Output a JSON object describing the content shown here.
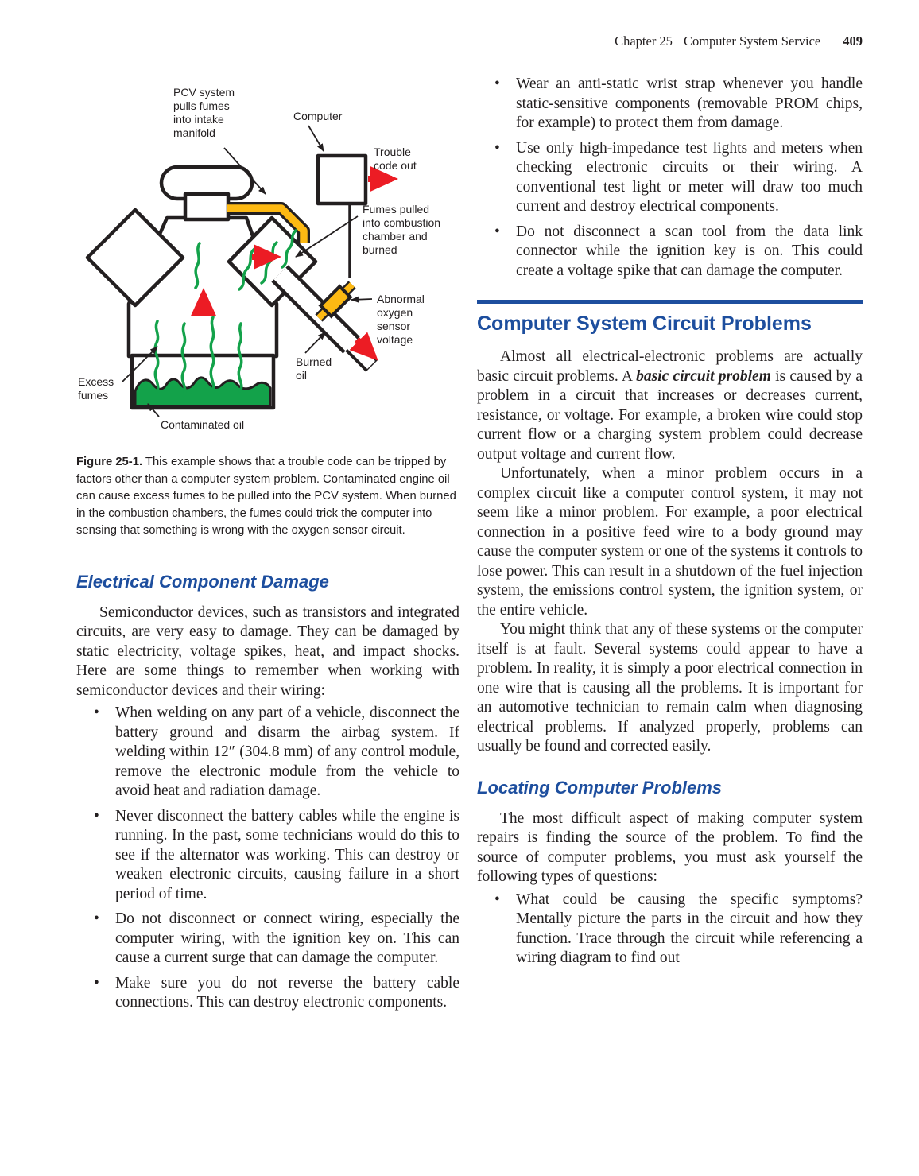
{
  "header": {
    "chapter_label": "Chapter 25",
    "chapter_title": "Computer System Service",
    "page_number": "409"
  },
  "figure": {
    "labels": {
      "pcv": [
        "PCV system",
        "pulls fumes",
        "into intake",
        "manifold"
      ],
      "computer": [
        "Computer"
      ],
      "trouble": [
        "Trouble",
        "code out"
      ],
      "fumes_pulled": [
        "Fumes pulled",
        "into combustion",
        "chamber and",
        "burned"
      ],
      "abnormal": [
        "Abnormal",
        "oxygen",
        "sensor",
        "voltage"
      ],
      "burned_oil": [
        "Burned",
        "oil"
      ],
      "excess": [
        "Excess",
        "fumes"
      ],
      "contaminated": [
        "Contaminated oil"
      ]
    },
    "caption_lead": "Figure 25-1.",
    "caption_text": " This example shows that a trouble code can be tripped by factors other than a computer system problem. Contaminated engine oil can cause excess fumes to be pulled into the PCV system. When burned in the combustion chambers, the fumes could trick the computer into sensing that something is wrong with the oxygen sensor circuit."
  },
  "left": {
    "section_heading": "Electrical Component Damage",
    "intro": "Semiconductor devices, such as transistors and integrated circuits, are very easy to damage. They can be damaged by static electricity, voltage spikes, heat, and impact shocks. Here are some things to remember when working with semiconductor devices and their wiring:",
    "bullets": [
      "When welding on any part of a vehicle, disconnect the battery ground and disarm the airbag system. If welding within 12″ (304.8 mm) of any control module, remove the electronic module from the vehicle to avoid heat and radiation damage.",
      "Never disconnect the battery cables while the engine is running. In the past, some technicians would do this to see if the alternator was working. This can destroy or weaken electronic circuits, causing failure in a short period of time.",
      "Do not disconnect or connect wiring, especially the computer wiring, with the ignition key on. This can cause a current surge that can damage the computer.",
      "Make sure you do not reverse the battery cable connections. This can destroy electronic components."
    ]
  },
  "right": {
    "bullets": [
      "Wear an anti-static wrist strap whenever you handle static-sensitive components (removable PROM chips, for example) to protect them from damage.",
      "Use only high-impedance test lights and meters when checking electronic circuits or their wiring. A conventional test light or meter will draw too much current and destroy electrical components.",
      "Do not disconnect a scan tool from the data link connector while the ignition key is on. This could create a voltage spike that can damage the computer."
    ],
    "section2": {
      "heading": "Computer System Circuit Problems",
      "para1_before": "Almost all electrical-electronic problems are actually basic circuit problems. A ",
      "para1_term": "basic circuit problem",
      "para1_after": " is caused by a problem in a circuit that increases or decreases current, resistance, or voltage. For example, a broken wire could stop current flow or a charging system problem could decrease output voltage and current flow.",
      "para2": "Unfortunately, when a minor problem occurs in a complex circuit like a computer control system, it may not seem like a minor problem. For example, a poor electrical connection in a positive feed wire to a body ground may cause the computer system or one of the systems it controls to lose power. This can result in a shutdown of the fuel injection system, the emissions control system, the ignition system, or the entire vehicle.",
      "para3": "You might think that any of these systems or the computer itself is at fault. Several systems could appear to have a problem. In reality, it is simply a poor electrical connection in one wire that is causing all the problems. It is important for an automotive technician to remain calm when diagnosing electrical problems. If analyzed properly, problems can usually be found and corrected easily."
    },
    "section3": {
      "heading": "Locating Computer Problems",
      "para": "The most difficult aspect of making computer system repairs is finding the source of the problem. To find the source of computer problems, you must ask yourself the following types of questions:",
      "bullets": [
        "What could be causing the specific symptoms? Mentally picture the parts in the circuit and how they function. Trace through the circuit while referencing a wiring diagram to find out"
      ]
    }
  },
  "colors": {
    "heading_blue": "#1d4e9e",
    "rule_blue": "#1d4e9e",
    "diagram_yellow": "#fdb913",
    "diagram_green": "#13a24a",
    "diagram_red": "#ec1c24"
  }
}
